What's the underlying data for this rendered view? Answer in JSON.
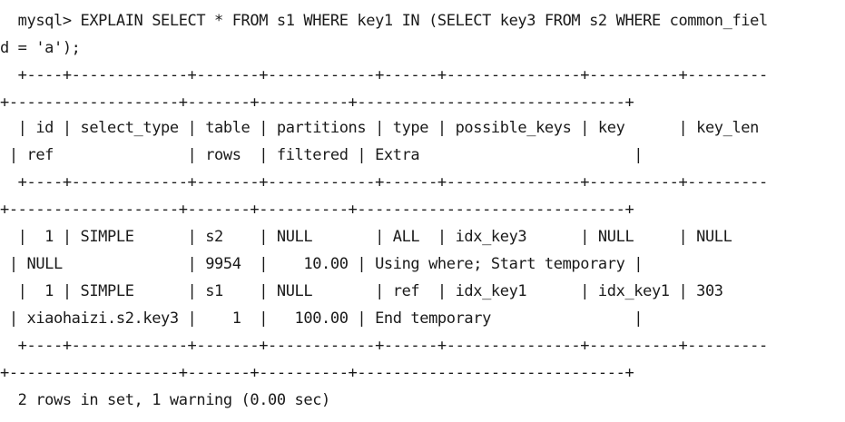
{
  "terminal": {
    "lines": [
      "  mysql> EXPLAIN SELECT * FROM s1 WHERE key1 IN (SELECT key3 FROM s2 WHERE common_fiel",
      "d = 'a');",
      "  +----+-------------+-------+------------+------+---------------+----------+---------",
      "+-------------------+-------+----------+------------------------------+",
      "  | id | select_type | table | partitions | type | possible_keys | key      | key_len",
      " | ref               | rows  | filtered | Extra                        |",
      "  +----+-------------+-------+------------+------+---------------+----------+---------",
      "+-------------------+-------+----------+------------------------------+",
      "  |  1 | SIMPLE      | s2    | NULL       | ALL  | idx_key3      | NULL     | NULL",
      " | NULL              | 9954  |    10.00 | Using where; Start temporary |",
      "  |  1 | SIMPLE      | s1    | NULL       | ref  | idx_key1      | idx_key1 | 303",
      " | xiaohaizi.s2.key3 |    1  |   100.00 | End temporary                |",
      "  +----+-------------+-------+------------+------+---------------+----------+---------",
      "+-------------------+-------+----------+------------------------------+",
      "  2 rows in set, 1 warning (0.00 sec)"
    ]
  }
}
